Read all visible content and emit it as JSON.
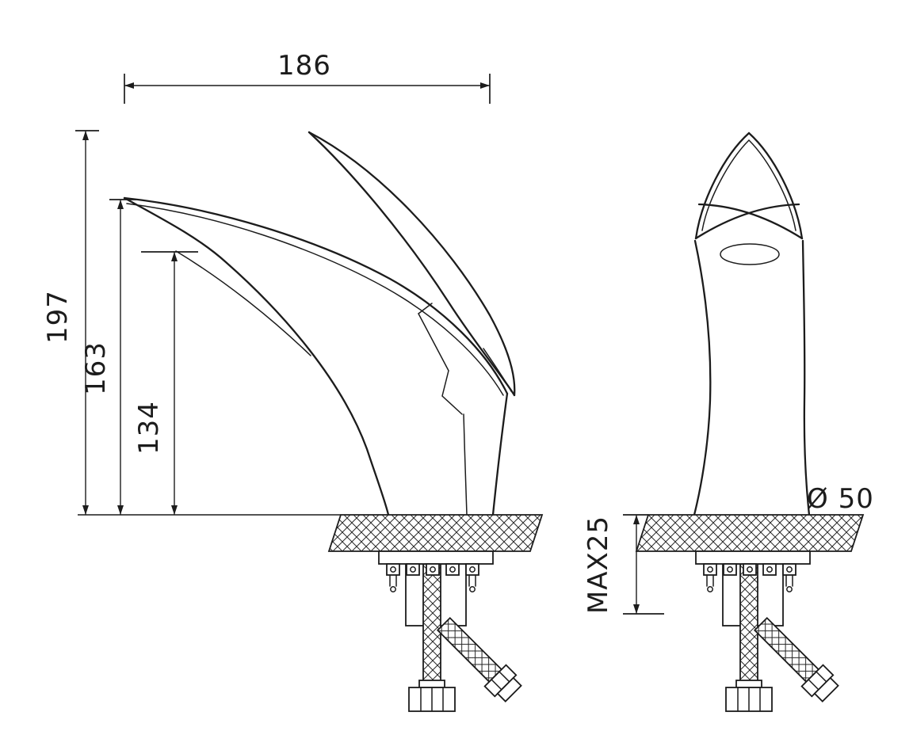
{
  "canvas": {
    "background": "#ffffff",
    "line_color": "#1c1c1c"
  },
  "drawing": {
    "dimensions": {
      "spout_reach": "186",
      "overall_height": "197",
      "outlet_height": "163",
      "spout_underside_height": "134",
      "max_deck_thickness": "MAX25",
      "base_diameter": "Ø 50"
    }
  }
}
